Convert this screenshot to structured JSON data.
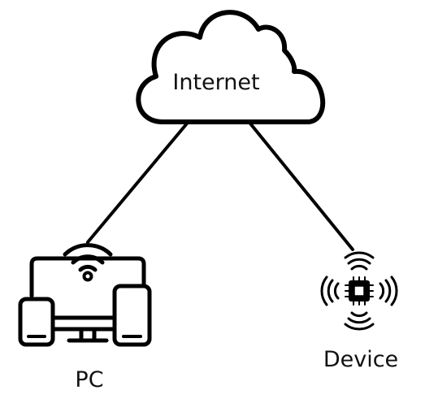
{
  "nodes": {
    "internet": {
      "label": "Internet",
      "icon": "cloud-icon"
    },
    "pc": {
      "label": "PC",
      "icon": "connected-devices-icon"
    },
    "device": {
      "label": "Device",
      "icon": "wireless-chip-icon"
    }
  },
  "edges": [
    {
      "from": "internet",
      "to": "pc"
    },
    {
      "from": "internet",
      "to": "device"
    }
  ],
  "colors": {
    "stroke": "#000000",
    "background": "#ffffff",
    "text": "#111111"
  }
}
